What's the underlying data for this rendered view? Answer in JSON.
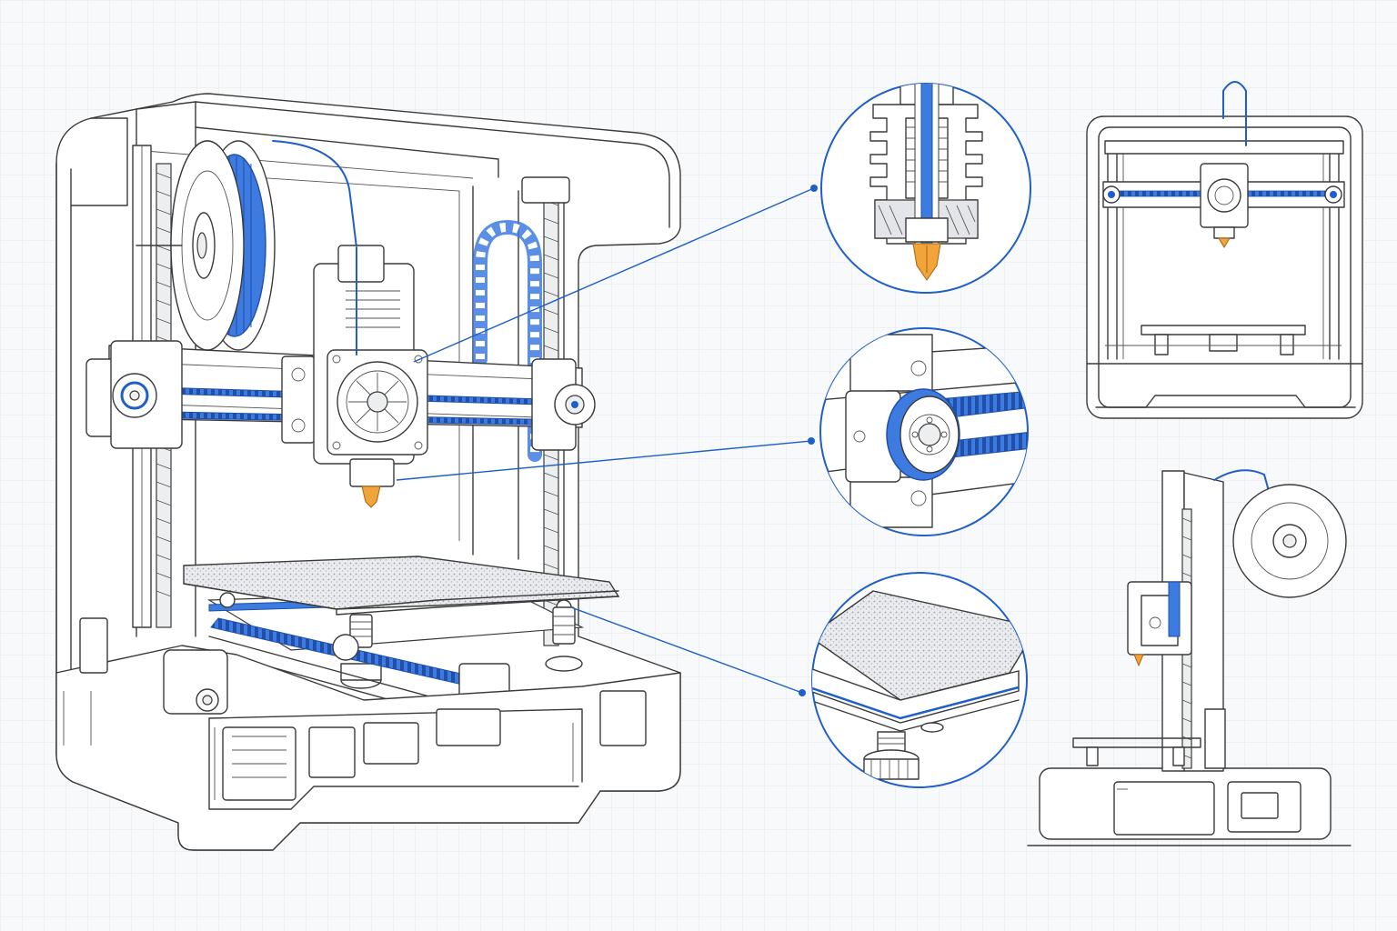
{
  "colors": {
    "background": "#f8f9fa",
    "grid": "#e3e6ea",
    "outline": "#3a3a3a",
    "accent_blue": "#1f5fc8",
    "nozzle_orange": "#f0a43a"
  },
  "views": [
    {
      "name": "isometric-cutaway",
      "icon": "printer-isometric-icon"
    },
    {
      "name": "front-elevation",
      "icon": "printer-front-icon"
    },
    {
      "name": "side-elevation",
      "icon": "printer-side-icon"
    }
  ],
  "callouts": [
    {
      "name": "hotend-detail",
      "icon": "hotend-nozzle-icon"
    },
    {
      "name": "belt-pulley-detail",
      "icon": "belt-idler-pulley-icon"
    },
    {
      "name": "print-bed-detail",
      "icon": "textured-bed-icon"
    }
  ]
}
